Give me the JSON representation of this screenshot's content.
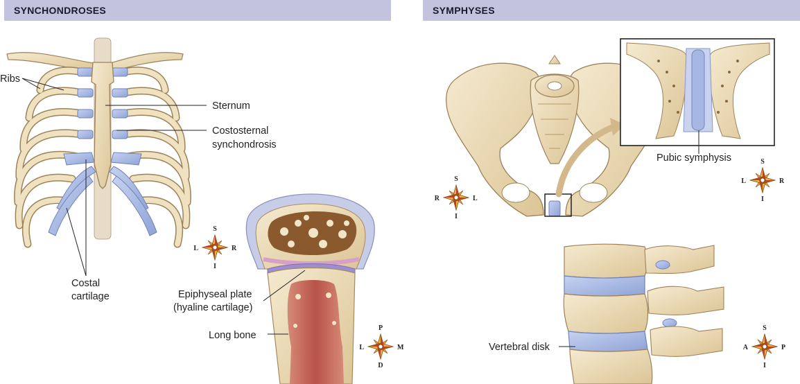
{
  "panels": {
    "left": {
      "title": "SYNCHONDROSES"
    },
    "right": {
      "title": "SYMPHYSES"
    }
  },
  "labels": {
    "ribs": "Ribs",
    "sternum": "Sternum",
    "costosternal_line1": "Costosternal",
    "costosternal_line2": "synchondrosis",
    "costal_line1": "Costal",
    "costal_line2": "cartilage",
    "epiphyseal_line1": "Epiphyseal plate",
    "epiphyseal_line2": "(hyaline cartilage)",
    "long_bone": "Long bone",
    "pubic_symphysis": "Pubic symphysis",
    "vertebral_disk": "Vertebral disk"
  },
  "compasses": {
    "rib_cage": {
      "top": "S",
      "bottom": "I",
      "left": "L",
      "right": "R"
    },
    "long_bone": {
      "top": "P",
      "bottom": "D",
      "left": "L",
      "right": "M"
    },
    "pelvis": {
      "top": "S",
      "bottom": "I",
      "left": "R",
      "right": "L"
    },
    "pubic_inset": {
      "top": "S",
      "bottom": "I",
      "left": "L",
      "right": "R"
    },
    "vertebra": {
      "top": "S",
      "bottom": "I",
      "left": "A",
      "right": "P"
    }
  },
  "colors": {
    "bone": "#ecdcb4",
    "bone_outline": "#9c8258",
    "cartilage": "#a9b9e3",
    "marrow": "#c7665a",
    "banner": "#c3c3df"
  }
}
